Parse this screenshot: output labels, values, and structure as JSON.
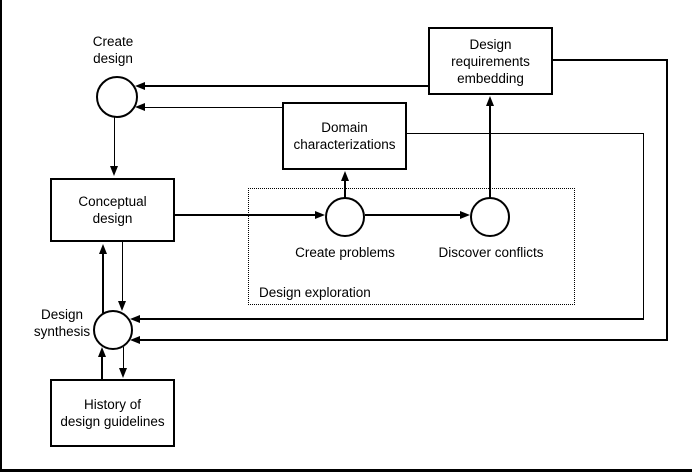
{
  "colors": {
    "ink": "#000000",
    "paper": "#ffffff"
  },
  "nodes": {
    "create_design": {
      "lines": [
        "Create",
        "design"
      ]
    },
    "conceptual_design": {
      "lines": [
        "Conceptual",
        "design"
      ]
    },
    "design_requirements_embedding": {
      "lines": [
        "Design",
        "requirements",
        "embedding"
      ]
    },
    "domain_characterizations": {
      "lines": [
        "Domain",
        "characterizations"
      ]
    },
    "create_problems": {
      "label": "Create problems"
    },
    "discover_conflicts": {
      "label": "Discover conflicts"
    },
    "design_exploration": {
      "label": "Design exploration"
    },
    "design_synthesis": {
      "lines": [
        "Design",
        "synthesis"
      ]
    },
    "history_of_design_guidelines": {
      "lines": [
        "History of",
        "design guidelines"
      ]
    }
  },
  "edges": [
    {
      "from": "design_requirements_embedding",
      "to": "create_design"
    },
    {
      "from": "domain_characterizations",
      "to": "create_design"
    },
    {
      "from": "create_design",
      "to": "conceptual_design"
    },
    {
      "from": "conceptual_design",
      "to": "create_problems"
    },
    {
      "from": "create_problems",
      "to": "discover_conflicts"
    },
    {
      "from": "create_problems",
      "to": "domain_characterizations"
    },
    {
      "from": "discover_conflicts",
      "to": "design_requirements_embedding"
    },
    {
      "from": "design_requirements_embedding",
      "to": "design_synthesis"
    },
    {
      "from": "domain_characterizations",
      "to": "design_synthesis"
    },
    {
      "from": "conceptual_design",
      "to": "design_synthesis"
    },
    {
      "from": "design_synthesis",
      "to": "conceptual_design"
    },
    {
      "from": "design_synthesis",
      "to": "history_of_design_guidelines"
    },
    {
      "from": "history_of_design_guidelines",
      "to": "design_synthesis"
    }
  ]
}
